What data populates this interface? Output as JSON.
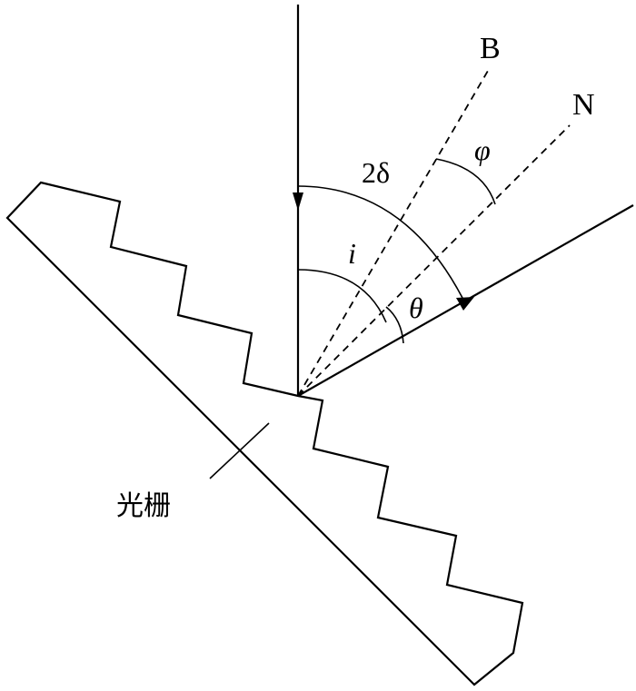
{
  "labels": {
    "normal": "N",
    "blaze_normal": "B",
    "double_delta": "2δ",
    "incidence_angle": "i",
    "diffraction_angle": "θ",
    "blaze_angle": "φ",
    "grating": "光栅"
  }
}
